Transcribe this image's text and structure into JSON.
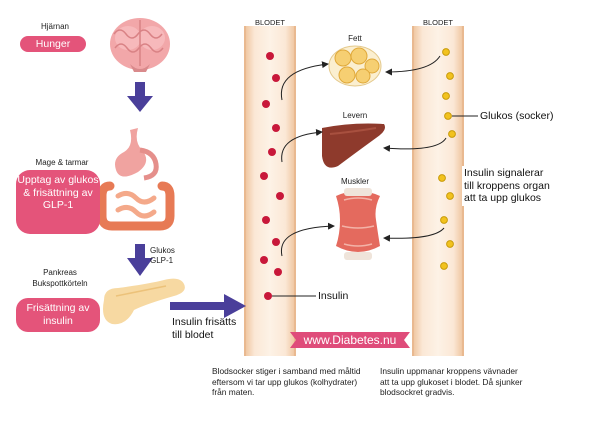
{
  "brain": {
    "title": "Hjärnan",
    "badge": "Hunger"
  },
  "gut": {
    "title": "Mage & tarmar",
    "badge": "Upptag av glukos & frisättning av GLP-1"
  },
  "hormones": {
    "label": "Glukos\nGLP-1"
  },
  "pancreas": {
    "title": "Pankreas\nBukspottkörteln",
    "badge": "Frisättning av insulin"
  },
  "arrow_text": "Insulin frisätts\ntill blodet",
  "vessels": {
    "left_label": "BLODET",
    "right_label": "BLODET"
  },
  "organs": {
    "fat": "Fett",
    "liver": "Levern",
    "muscle": "Muskler"
  },
  "labels": {
    "insulin": "Insulin",
    "glucose": "Glukos (socker)",
    "signal": "Insulin signalerar\ntill kroppens organ\natt ta upp glukos"
  },
  "banner": "www.Diabetes.nu",
  "captions": {
    "left": "Blodsocker stiger i samband med måltid\neftersom vi tar upp glukos (kolhydrater)\nfrån maten.",
    "right": "Insulin uppmanar kroppens vävnader\natt ta upp glukoset i blodet. Då sjunker\nblodsockret gradvis."
  },
  "colors": {
    "badge": "#e4547a",
    "arrow": "#4a3f9a",
    "insulin_dot": "#c8183a",
    "glucose_dot": "#f2c21e",
    "vessel": "#fbe8d6"
  }
}
